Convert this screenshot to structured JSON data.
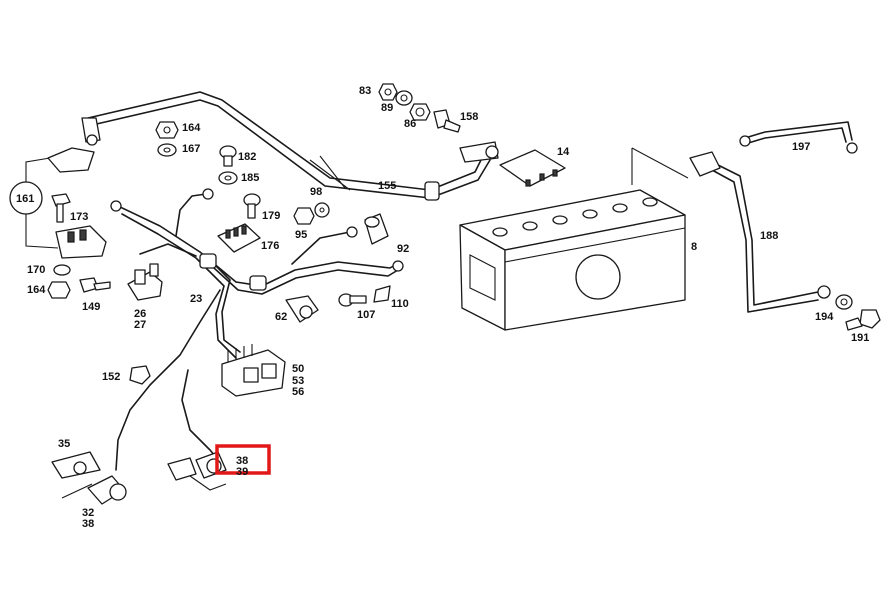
{
  "diagram": {
    "highlight_color": "#e21818",
    "line_color": "#1a1a1a",
    "background": "#ffffff",
    "labels": {
      "l83": "83",
      "l89": "89",
      "l86": "86",
      "l158": "158",
      "l164a": "164",
      "l167": "167",
      "l182": "182",
      "l185": "185",
      "l179": "179",
      "l176": "176",
      "l98": "98",
      "l95": "95",
      "l92": "92",
      "l155": "155",
      "l14": "14",
      "l8": "8",
      "l197": "197",
      "l188": "188",
      "l194": "194",
      "l191": "191",
      "l161": "161",
      "l173": "173",
      "l170": "170",
      "l164b": "164",
      "l149": "149",
      "l26": "26",
      "l27": "27",
      "l23": "23",
      "l62": "62",
      "l107": "107",
      "l110": "110",
      "l50": "50",
      "l53": "53",
      "l56": "56",
      "l152": "152",
      "l35": "35",
      "l32": "32",
      "l38b": "38",
      "l38a": "38",
      "l39": "39"
    }
  }
}
